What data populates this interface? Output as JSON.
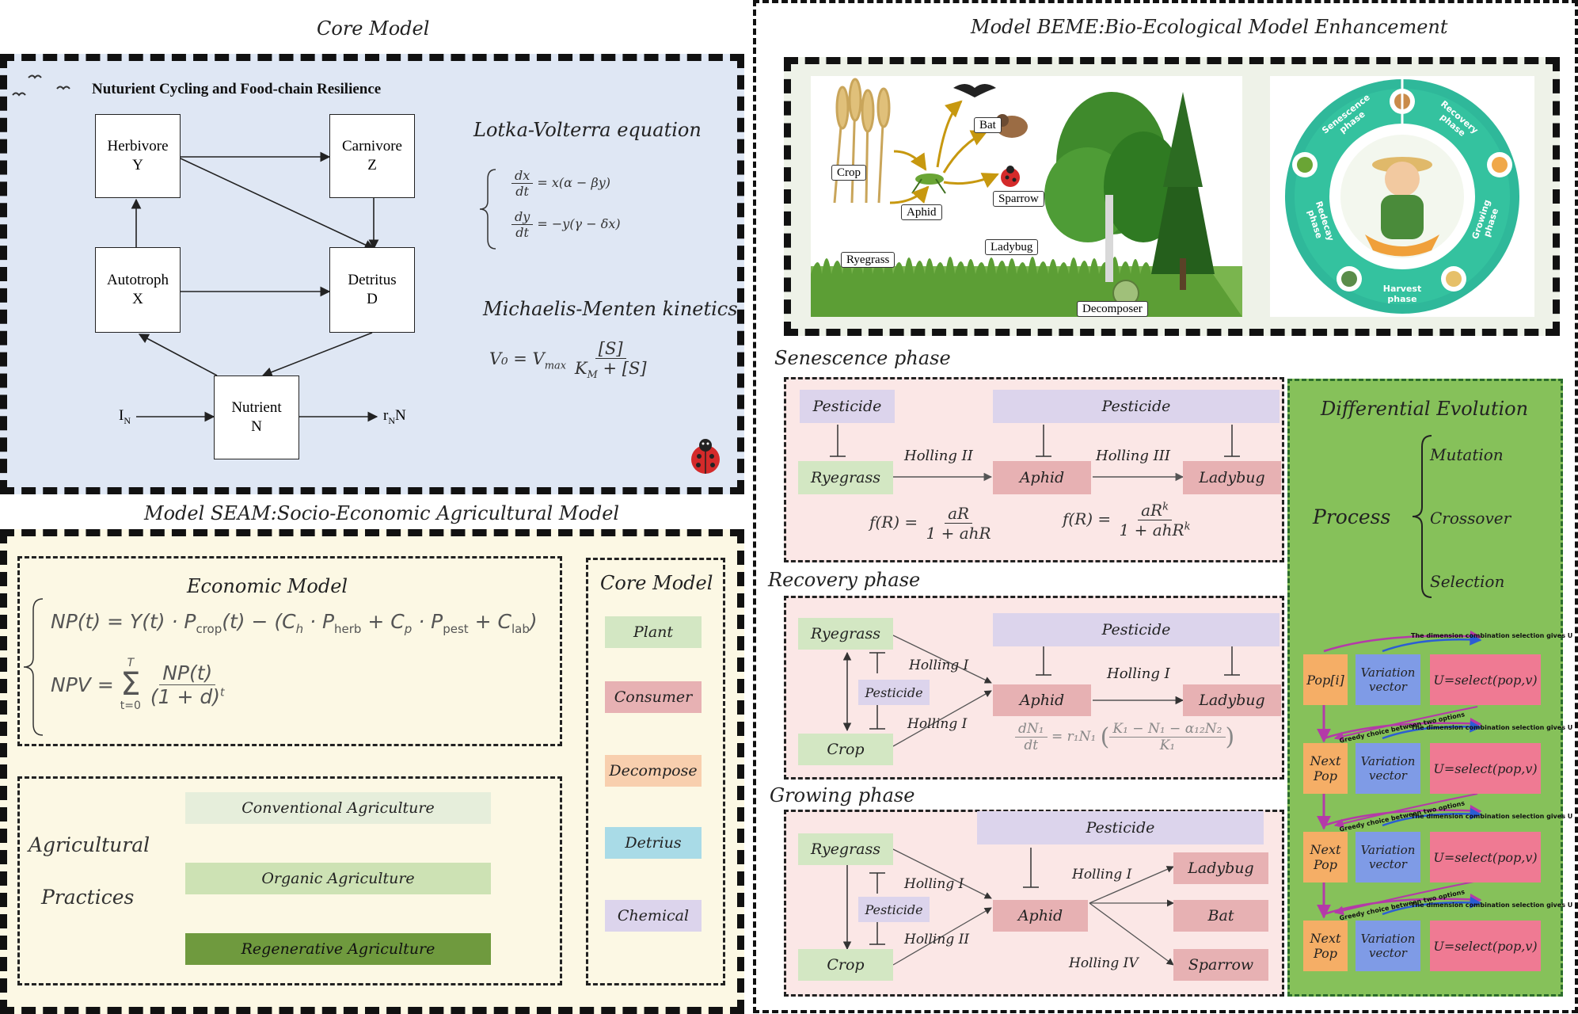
{
  "core_model": {
    "title": "Core Model",
    "diagram_title": "Nuturient Cycling and Food-chain Resilience",
    "nodes": {
      "herbivore": [
        "Herbivore",
        "Y"
      ],
      "carnivore": [
        "Carnivore",
        "Z"
      ],
      "autotroph": [
        "Autotroph",
        "X"
      ],
      "detritus": [
        "Detritus",
        "D"
      ],
      "nutrient": [
        "Nutrient",
        "N"
      ]
    },
    "input_label": "I",
    "input_sub": "N",
    "output_label": "r",
    "output_sub": "N",
    "output_suffix": "N",
    "lv_title": "Lotka-Volterra equation",
    "lv_eq1_num": "dx",
    "lv_eq1_den": "dt",
    "lv_eq1_rhs": "= x(α − βy)",
    "lv_eq2_num": "dy",
    "lv_eq2_den": "dt",
    "lv_eq2_rhs": "= −y(γ − δx)",
    "mm_title": "Michaelis-Menten kinetics",
    "mm_lhs": "V₀ = V",
    "mm_max": "max",
    "mm_num": "[S]",
    "mm_den": "K",
    "mm_den_sub": "M",
    "mm_den_rest": " + [S]"
  },
  "seam": {
    "title": "Model SEAM:Socio-Economic Agricultural Model",
    "economic_title": "Economic Model",
    "np_eq_left": "NP(t) = Y(t) · P",
    "np_crop": "crop",
    "np_mid": "(t) − (C",
    "np_h": "h",
    "np_mid2": " · P",
    "np_herb": "herb",
    "np_plus": " + C",
    "np_p": "p",
    "np_mid3": " · P",
    "np_pest": "pest",
    "np_plus2": " + C",
    "np_lab": "lab",
    "np_close": ")",
    "npv_lhs": "NPV =",
    "npv_sum_top": "T",
    "npv_sum": "Σ",
    "npv_sum_bot": "t=0",
    "npv_num": "NP(t)",
    "npv_den": "(1 + d)",
    "npv_den_exp": "t",
    "practices_label_1": "Agricultural",
    "practices_label_2": "Practices",
    "practices": [
      "Conventional Agriculture",
      "Organic Agriculture",
      "Regenerative Agriculture"
    ],
    "legend_title": "Core Model",
    "legend": [
      "Plant",
      "Consumer",
      "Decompose",
      "Detrius",
      "Chemical"
    ]
  },
  "beme": {
    "title": "Model BEME:Bio-Ecological Model Enhancement",
    "scene_labels": [
      "Crop",
      "Bat",
      "Sparrow",
      "Aphid",
      "Ladybug",
      "Ryegrass",
      "Decomposer"
    ],
    "wheel_phases": [
      "Senescence phase",
      "Recovery phase",
      "Growing phase",
      "Harvest phase",
      "Redecay phase"
    ]
  },
  "senescence": {
    "title": "Senescence phase",
    "pesticide": "Pesticide",
    "ryegrass": "Ryegrass",
    "aphid": "Aphid",
    "ladybug": "Ladybug",
    "holling_a": "Holling II",
    "holling_b": "Holling III",
    "f1_lhs": "f(R) =",
    "f1_num": "aR",
    "f1_den": "1 + ahR",
    "f2_lhs": "f(R) =",
    "f2_num": "aR",
    "f2_num_exp": "k",
    "f2_den": "1 + ahR",
    "f2_den_exp": "k"
  },
  "recovery": {
    "title": "Recovery phase",
    "ryegrass": "Ryegrass",
    "crop": "Crop",
    "pesticide": "Pesticide",
    "aphid": "Aphid",
    "ladybug": "Ladybug",
    "holling_a": "Holling I",
    "holling_b": "Holling I",
    "holling_c": "Holling I",
    "eq_num": "dN₁",
    "eq_den": "dt",
    "eq_mid": "= r₁N₁",
    "eq_inner_num": "K₁ − N₁ − α₁₂N₂",
    "eq_inner_den": "K₁"
  },
  "growing": {
    "title": "Growing phase",
    "ryegrass": "Ryegrass",
    "crop": "Crop",
    "pesticide": "Pesticide",
    "aphid": "Aphid",
    "ladybug": "Ladybug",
    "bat": "Bat",
    "sparrow": "Sparrow",
    "holling_a": "Holling I",
    "holling_b": "Holling II",
    "holling_c": "Holling I",
    "holling_d": "Holling IV"
  },
  "de": {
    "title": "Differential Evolution",
    "process": "Process",
    "steps": [
      "Mutation",
      "Crossover",
      "Selection"
    ],
    "rows": [
      {
        "pop": "Pop[i]",
        "variation": "Variation vector",
        "u": "U=select(pop,v)"
      },
      {
        "pop": "Next Pop",
        "variation": "Variation vector",
        "u": "U=select(pop,v)"
      },
      {
        "pop": "Next Pop",
        "variation": "Variation vector",
        "u": "U=select(pop,v)"
      },
      {
        "pop": "Next Pop",
        "variation": "Variation vector",
        "u": "U=select(pop,v)"
      }
    ],
    "note_dimension": "The dimension combination selection gives U",
    "note_greedy": "Greedy choice between two options"
  }
}
